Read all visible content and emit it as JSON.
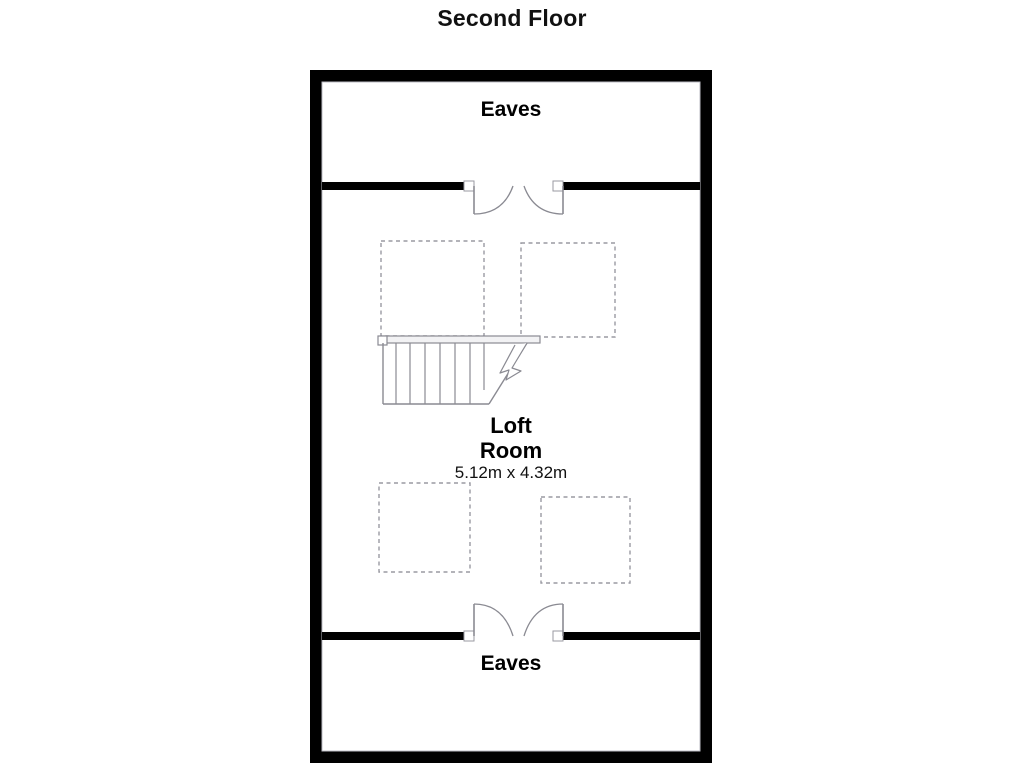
{
  "title": "Second Floor",
  "plan": {
    "type": "floor-plan",
    "rooms": [
      {
        "id": "eaves-top",
        "name": "Eaves",
        "dimensions": null
      },
      {
        "id": "loft-room",
        "name_line1": "Loft",
        "name_line2": "Room",
        "name": "Loft Room",
        "dimensions": "5.12m x 4.32m",
        "width_m": 5.12,
        "depth_m": 4.32
      },
      {
        "id": "eaves-bottom",
        "name": "Eaves",
        "dimensions": null
      }
    ],
    "features": {
      "staircase": "staircase",
      "doors": [
        "double-door-top",
        "double-door-bottom"
      ],
      "skylights": [
        "skylight-top-left",
        "skylight-top-right",
        "skylight-bottom-left",
        "skylight-bottom-right"
      ]
    },
    "colors": {
      "wall": "#000000",
      "background": "#ffffff",
      "line": "#8a8a92",
      "dashed": "#9a9aa2",
      "text": "#000000"
    }
  }
}
